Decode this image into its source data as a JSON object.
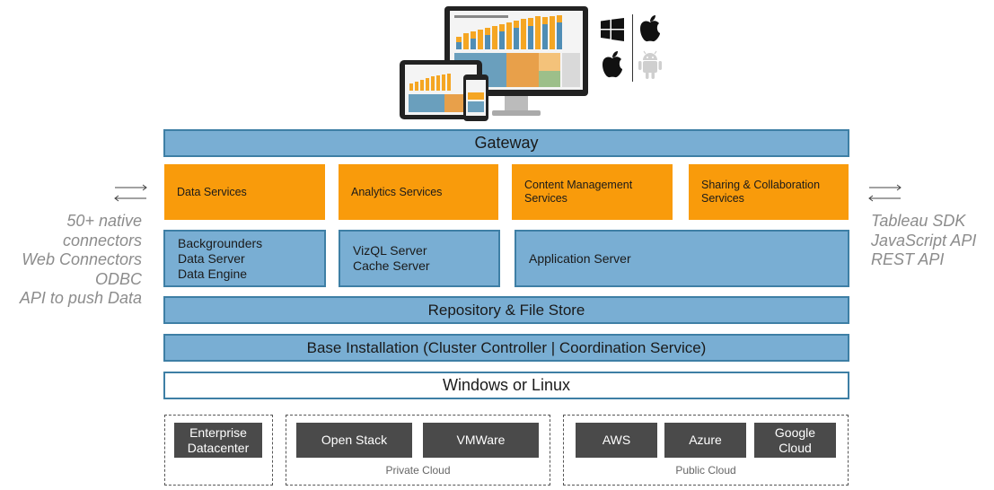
{
  "gateway": "Gateway",
  "orange_row": [
    {
      "label": "Data Services"
    },
    {
      "label": "Analytics Services"
    },
    {
      "label": "Content Management Services"
    },
    {
      "label": "Sharing & Collaboration Services"
    }
  ],
  "blue_row": {
    "data": [
      "Backgrounders",
      "Data Server",
      "Data Engine"
    ],
    "vizql": [
      "VizQL Server",
      "Cache Server"
    ],
    "app": "Application Server"
  },
  "repository": "Repository & File Store",
  "base_install": "Base Installation (Cluster Controller | Coordination Service)",
  "os": "Windows or Linux",
  "deploy": {
    "enterprise": "Enterprise Datacenter",
    "private": {
      "items": [
        "Open Stack",
        "VMWare"
      ],
      "label": "Private Cloud"
    },
    "public": {
      "items": [
        "AWS",
        "Azure",
        "Google Cloud"
      ],
      "label": "Public Cloud"
    }
  },
  "left_text": [
    "50+ native",
    "connectors",
    "Web Connectors",
    "ODBC",
    "API to push Data"
  ],
  "right_text": [
    "Tableau SDK",
    "JavaScript API",
    "REST API"
  ],
  "colors": {
    "blue_fill": "#79aed3",
    "blue_border": "#3e7fa5",
    "orange": "#f99b0b",
    "dark_box": "#4a4a4a"
  },
  "icons": [
    "monitor-dashboard-icon",
    "tablet-icon",
    "phone-icon",
    "windows-icon",
    "apple-icon",
    "android-icon"
  ]
}
